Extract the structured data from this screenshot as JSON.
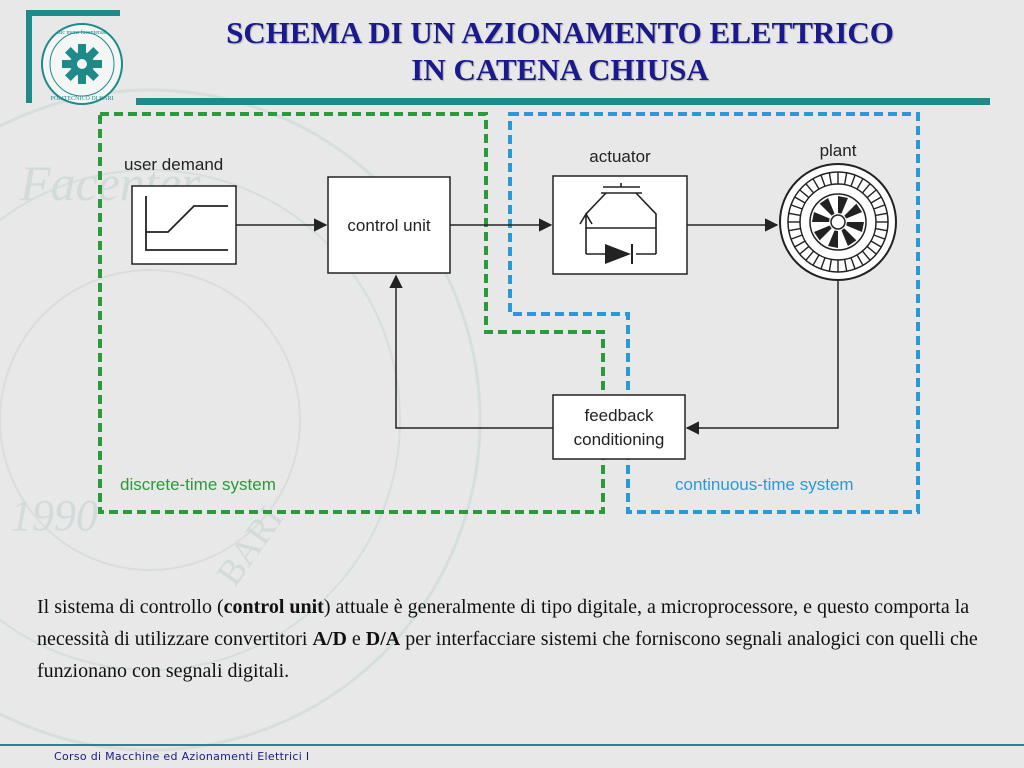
{
  "slide": {
    "title_line1": "SCHEMA DI UN AZIONAMENTO ELETTRICO",
    "title_line2": "IN CATENA CHIUSA",
    "footer": "Corso di Macchine ed Azionamenti Elettrici I"
  },
  "logo": {
    "motto": "Sic mens facenterasi",
    "institution": "POLITECNICO DI BARI"
  },
  "watermark": {
    "motto_fragment": "Facenter",
    "year": "1990",
    "city": "BARI"
  },
  "diagram": {
    "blocks": {
      "user_demand": "user demand",
      "control_unit": "control unit",
      "actuator": "actuator",
      "plant": "plant",
      "feedback_line1": "feedback",
      "feedback_line2": "conditioning"
    },
    "regions": {
      "discrete": "discrete-time system",
      "continuous": "continuous-time system"
    },
    "colors": {
      "discrete": "#2a9a3a",
      "continuous": "#2a9ad6",
      "title": "#1a1a8c",
      "accent": "#1f8a8a"
    }
  },
  "caption": {
    "p1": "Il sistema di controllo (",
    "b1": "control unit",
    "p2": ") attuale è generalmente di tipo digitale, a microprocessore, e questo comporta la necessità di utilizzare convertitori ",
    "b2": "A/D",
    "p3": " e ",
    "b3": "D/A",
    "p4": " per interfacciare sistemi che forniscono segnali analogici con quelli che funzionano con segnali digitali."
  }
}
